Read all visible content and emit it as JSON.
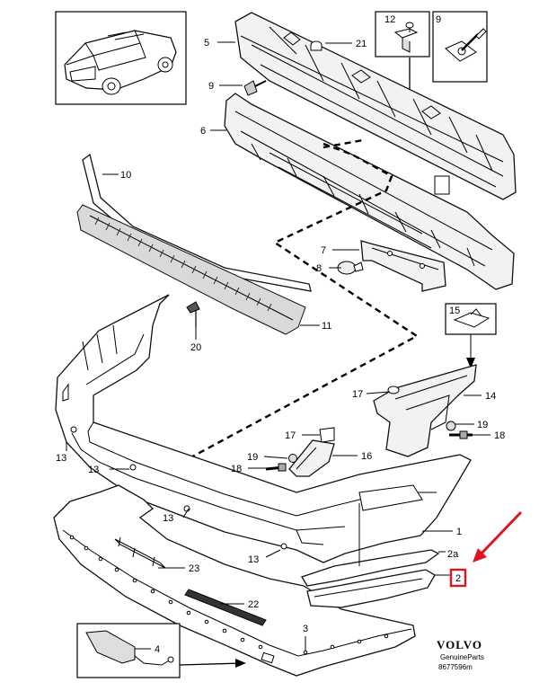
{
  "diagram": {
    "brand": "VOLVO",
    "brand_sub": "GenuineParts",
    "diagram_number": "8677596m",
    "highlight_color": "#e0141e",
    "callouts": [
      {
        "id": "c-12",
        "label": "12"
      },
      {
        "id": "c-9a",
        "label": "9"
      },
      {
        "id": "c-5",
        "label": "5"
      },
      {
        "id": "c-21",
        "label": "21"
      },
      {
        "id": "c-9b",
        "label": "9"
      },
      {
        "id": "c-6",
        "label": "6"
      },
      {
        "id": "c-10",
        "label": "10"
      },
      {
        "id": "c-7",
        "label": "7"
      },
      {
        "id": "c-8",
        "label": "8"
      },
      {
        "id": "c-11",
        "label": "11"
      },
      {
        "id": "c-20",
        "label": "20"
      },
      {
        "id": "c-15",
        "label": "15"
      },
      {
        "id": "c-17a",
        "label": "17"
      },
      {
        "id": "c-14",
        "label": "14"
      },
      {
        "id": "c-19a",
        "label": "19"
      },
      {
        "id": "c-18a",
        "label": "18"
      },
      {
        "id": "c-13a",
        "label": "13"
      },
      {
        "id": "c-17b",
        "label": "17"
      },
      {
        "id": "c-19b",
        "label": "19"
      },
      {
        "id": "c-16",
        "label": "16"
      },
      {
        "id": "c-18b",
        "label": "18"
      },
      {
        "id": "c-13b",
        "label": "13"
      },
      {
        "id": "c-13c",
        "label": "13"
      },
      {
        "id": "c-1",
        "label": "1"
      },
      {
        "id": "c-13d",
        "label": "13"
      },
      {
        "id": "c-2a",
        "label": "2a"
      },
      {
        "id": "c-23",
        "label": "23"
      },
      {
        "id": "c-2",
        "label": "2"
      },
      {
        "id": "c-22",
        "label": "22"
      },
      {
        "id": "c-4",
        "label": "4"
      },
      {
        "id": "c-3",
        "label": "3"
      }
    ]
  }
}
